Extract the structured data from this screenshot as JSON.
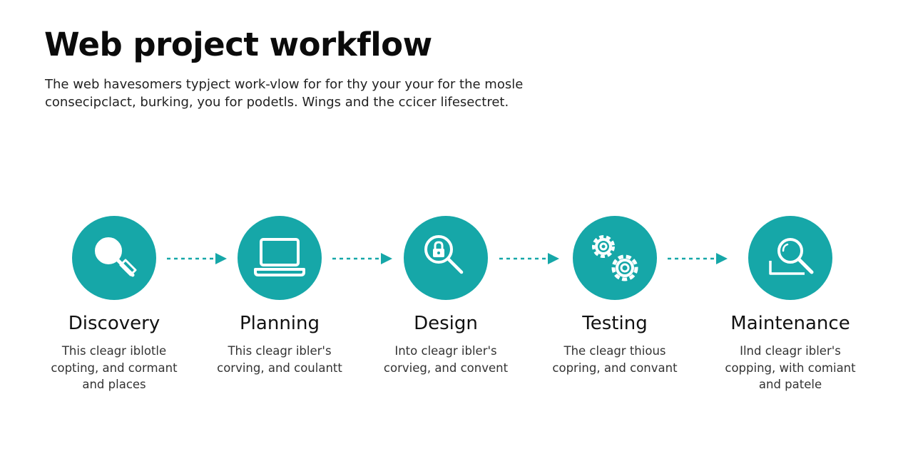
{
  "page": {
    "title": "Web project workflow",
    "intro_lines": [
      "The web havesomers typject work-vlow for for thy your your for the mosle",
      "consecipclact, burking, you for podetls. Wings and the ccicer lifesectret."
    ]
  },
  "colors": {
    "accent": "#16a7a8",
    "icon_stroke": "#ffffff",
    "text": "#111111"
  },
  "steps": [
    {
      "icon": "magnifier-icon",
      "title": "Discovery",
      "desc": [
        "This cleagr iblotle",
        "copting, and cormant",
        "and places"
      ]
    },
    {
      "icon": "laptop-icon",
      "title": "Planning",
      "desc": [
        "This cleagr ibler's",
        "corving, and coulantt"
      ]
    },
    {
      "icon": "lock-search-icon",
      "title": "Design",
      "desc": [
        "Into cleagr ibler's",
        "corvieg, and convent"
      ]
    },
    {
      "icon": "gears-icon",
      "title": "Testing",
      "desc": [
        "The cleagr thious",
        "copring, and convant"
      ]
    },
    {
      "icon": "search-document-icon",
      "title": "Maintenance",
      "desc": [
        "Ilnd cleagr ibler's",
        "copping, with comiant",
        "and patele"
      ]
    }
  ]
}
